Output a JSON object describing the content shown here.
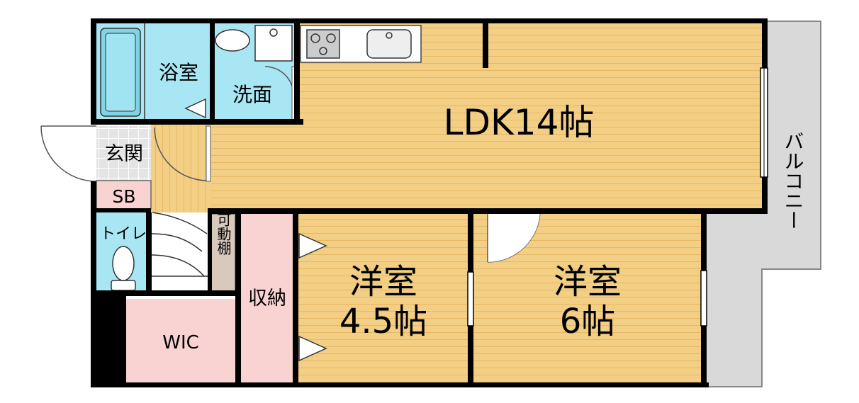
{
  "floor_plan": {
    "rooms": {
      "ldk": "LDK14帖",
      "bath": "浴室",
      "washroom": "洗面",
      "entrance": "玄関",
      "shoe_box": "SB",
      "toilet": "トイレ",
      "movable_shelf": "可動棚",
      "storage": "収納",
      "walk_in_closet": "WIC",
      "western_room_1": {
        "name": "洋室",
        "size": "4.5帖"
      },
      "western_room_2": {
        "name": "洋室",
        "size": "6帖"
      },
      "balcony": "バルコニー"
    },
    "colors": {
      "floor_wood": "#F2CF84",
      "floor_lines": "#E7B865",
      "water_area": "#A9E6F4",
      "storage_pink": "#F9D2D2",
      "balcony_gray": "#D9D9D9",
      "tile_gray": "#E4E4E4",
      "wall": "#000000"
    }
  }
}
